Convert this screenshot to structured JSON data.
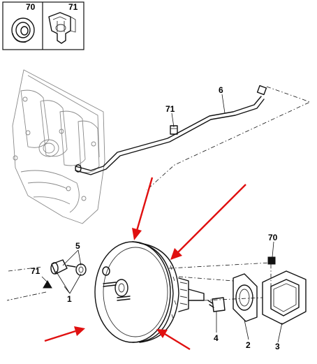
{
  "legend": [
    {
      "number": "70",
      "icon": "grommet-icon"
    },
    {
      "number": "71",
      "icon": "clip-icon"
    }
  ],
  "callouts": {
    "c1": "1",
    "c2": "2",
    "c3": "3",
    "c4": "4",
    "c5": "5",
    "c6": "6",
    "c70": "70",
    "c71_pipe": "71",
    "c71_left": "71"
  },
  "colors": {
    "line": "#111111",
    "highlight_arrow": "#e01010",
    "background": "#ffffff"
  }
}
